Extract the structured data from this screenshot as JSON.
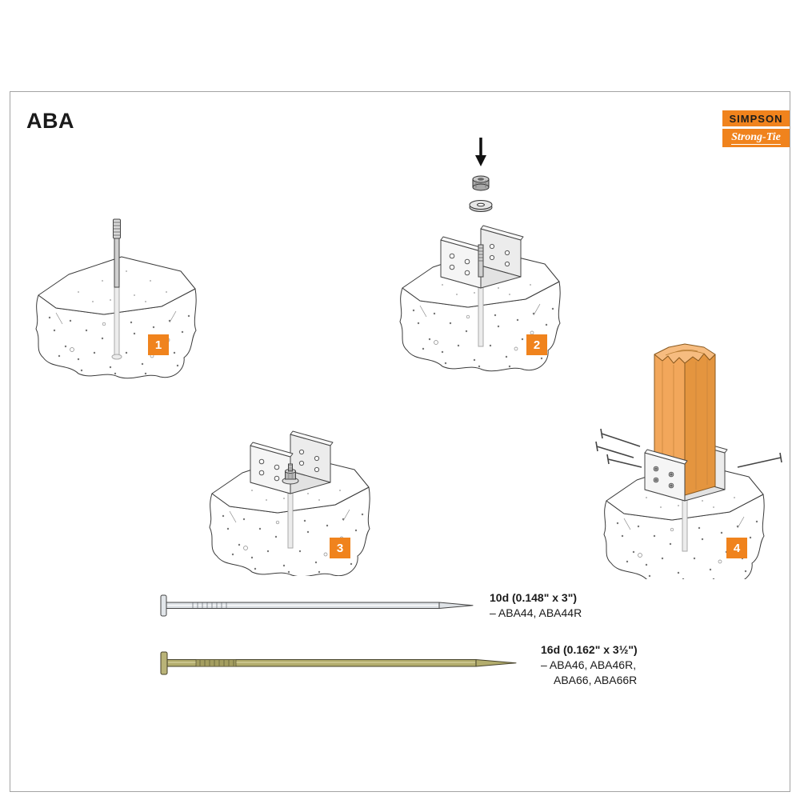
{
  "header": {
    "title": "ABA"
  },
  "logo": {
    "simpson": "SIMPSON",
    "strongtie": "Strong-Tie"
  },
  "steps": {
    "s1": "1",
    "s2": "2",
    "s3": "3",
    "s4": "4"
  },
  "nails": {
    "nail1": {
      "size": "10d (0.148\" x 3\")",
      "models": "–  ABA44, ABA44R"
    },
    "nail2": {
      "size": "16d (0.162\" x 3½\")",
      "models1": "–  ABA46, ABA46R,",
      "models2": "ABA66, ABA66R"
    }
  },
  "colors": {
    "accent_orange": "#F0831D",
    "nail_plain": "#DFE3E7",
    "nail_galvanized": "#B3AD6D",
    "wood_post": "#F2A75B",
    "concrete_outline": "#3a3a3a"
  }
}
